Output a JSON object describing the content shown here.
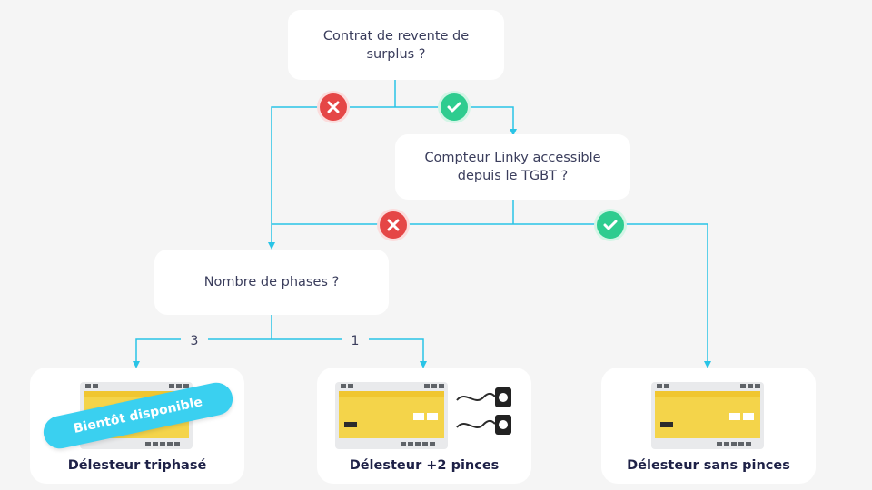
{
  "questions": {
    "q1": "Contrat de revente de surplus ?",
    "q2": "Compteur Linky accessible depuis le TGBT ?",
    "q3": "Nombre de phases ?"
  },
  "branch_labels": {
    "three": "3",
    "one": "1"
  },
  "cards": {
    "tri": {
      "title": "Délesteur triphasé",
      "ribbon": "Bientôt disponible"
    },
    "two": {
      "title": "Délesteur +2 pinces"
    },
    "none": {
      "title": "Délesteur sans pinces"
    }
  },
  "colors": {
    "connector": "#29c4e6",
    "no": "#e54646",
    "yes": "#2ecc8f",
    "ribbon": "#3ad0f0",
    "text": "#3a3d5c",
    "title": "#1e2147"
  },
  "icons": {
    "no": "x-icon",
    "yes": "check-icon"
  }
}
